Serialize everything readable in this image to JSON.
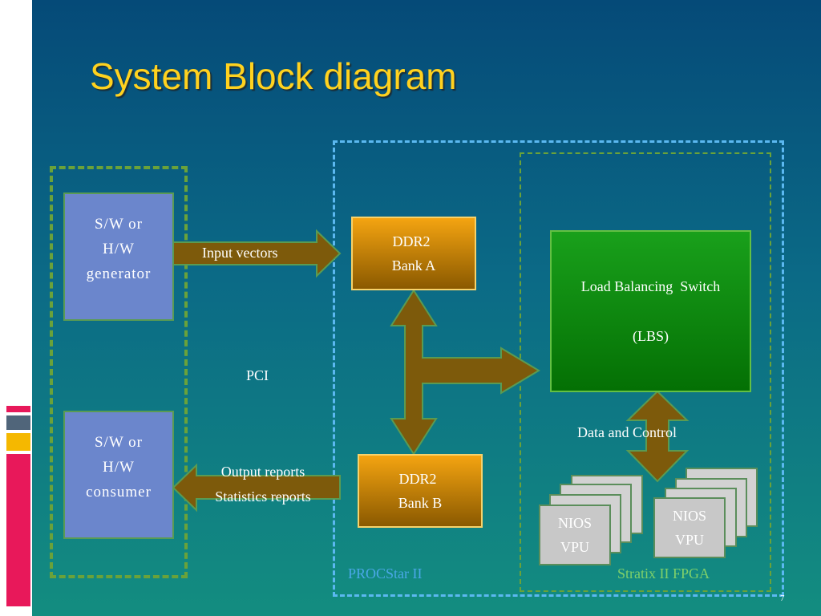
{
  "slide": {
    "title": "System Block diagram",
    "page_number": "7"
  },
  "blocks": {
    "generator": {
      "lines": [
        "S/W or",
        "H/W",
        "generator"
      ]
    },
    "consumer": {
      "lines": [
        "S/W or",
        "H/W",
        "consumer"
      ]
    },
    "ddr2_a": {
      "lines": [
        "DDR2",
        "Bank A"
      ]
    },
    "ddr2_b": {
      "lines": [
        "DDR2",
        "Bank B"
      ]
    },
    "lbs": {
      "line1": "Load Balancing  Switch",
      "line2": "(LBS)"
    },
    "nios_left": {
      "lines": [
        "NIOS",
        "VPU"
      ]
    },
    "nios_right": {
      "lines": [
        "NIOS",
        "VPU"
      ]
    }
  },
  "labels": {
    "input_vectors": "Input vectors",
    "pci": "PCI",
    "output_reports": "Output reports",
    "statistics_reports": "Statistics reports",
    "data_and_control": "Data and Control",
    "procstar": "PROCStar II",
    "stratix": "Stratix II FPGA"
  },
  "colors": {
    "title": "#ffd21f",
    "arrow_fill": "#7d5a0b",
    "arrow_stroke": "#5a9b53",
    "host_border": "#6aa23a",
    "procstar_border": "#5bb8f0",
    "fpga_border": "#6aa23a",
    "region_label": "#4aa8e8"
  }
}
